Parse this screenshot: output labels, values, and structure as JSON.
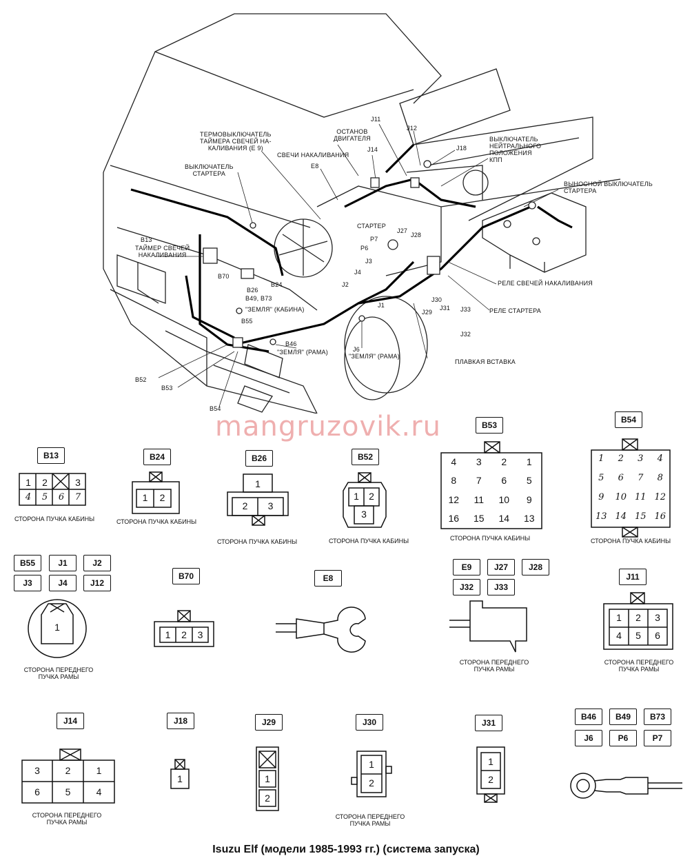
{
  "callouts": {
    "termo": "ТЕРМОВЫКЛЮЧАТЕЛЬ\nТАЙМЕРА СВЕЧЕЙ НА-\nКАЛИВАНИЯ (Е 9)",
    "svechi": "СВЕЧИ НАКАЛИВАНИЯ",
    "ostanov": "ОСТАНОВ\nДВИГАТЕЛЯ",
    "vykl_startera": "ВЫКЛЮЧАТЕЛЬ\nСТАРТЕРА",
    "vykl_neitr": "ВЫКЛЮЧАТЕЛЬ\nНЕЙТРАЛЬНОГО\nПОЛОЖЕНИЯ\nКПП",
    "vynosnoy": "ВЫНОСНОЙ ВЫКЛЮЧАТЕЛЬ\nСТАРТЕРА",
    "timer": "ТАЙМЕР СВЕЧЕЙ\nНАКАЛИВАНИЯ",
    "starter": "СТАРТЕР",
    "rele_svechey": "РЕЛЕ СВЕЧЕЙ НАКАЛИВАНИЯ",
    "rele_startera": "РЕЛЕ СТАРТЕРА",
    "zemlya_kabina": "\"ЗЕМЛЯ\" (КАБИНА)",
    "zemlya_rama1": "\"ЗЕМЛЯ\" (РАМА)",
    "zemlya_rama2": "\"ЗЕМЛЯ\" (РАМА)",
    "plavkaya": "ПЛАВКАЯ ВСТАВКА",
    "j11": "J11",
    "j12": "J12",
    "j14": "J14",
    "j18": "J18",
    "e8": "E8",
    "b13": "B13",
    "b70": "B70",
    "b26": "B26",
    "b24": "B24",
    "b49b73": "B49, B73",
    "b55": "B55",
    "b46": "B46",
    "j6": "J6",
    "b52": "B52",
    "b53": "B53",
    "b54": "B54",
    "p7": "P7",
    "p6": "P6",
    "j27": "J27",
    "j28": "J28",
    "j3": "J3",
    "j4": "J4",
    "j2": "J2",
    "j1": "J1",
    "j29": "J29",
    "j30": "J30",
    "j31": "J31",
    "j33": "J33",
    "j32": "J32"
  },
  "watermark": "mangruzovik.ru",
  "connectors": {
    "b13": {
      "code": "B13",
      "pins_top": [
        "1",
        "2",
        "",
        "3"
      ],
      "pins_bot": [
        "4",
        "5",
        "6",
        "7"
      ],
      "caption": "СТОРОНА ПУЧКА КАБИНЫ"
    },
    "b24": {
      "code": "B24",
      "pins": [
        "1",
        "2"
      ],
      "caption": "СТОРОНА ПУЧКА КАБИНЫ"
    },
    "b26": {
      "code": "B26",
      "pin_top": "1",
      "pins": [
        "2",
        "3"
      ],
      "caption": "СТОРОНА ПУЧКА КАБИНЫ"
    },
    "b52": {
      "code": "B52",
      "pins": [
        "1",
        "2",
        "3"
      ],
      "caption": "СТОРОНА ПУЧКА КАБИНЫ"
    },
    "b53": {
      "code": "B53",
      "rows": [
        [
          "4",
          "3",
          "2",
          "1"
        ],
        [
          "8",
          "7",
          "6",
          "5"
        ],
        [
          "12",
          "11",
          "10",
          "9"
        ],
        [
          "16",
          "15",
          "14",
          "13"
        ]
      ],
      "caption": "СТОРОНА ПУЧКА КАБИНЫ"
    },
    "b54": {
      "code": "B54",
      "rows": [
        [
          "1",
          "2",
          "3",
          "4"
        ],
        [
          "5",
          "6",
          "7",
          "8"
        ],
        [
          "9",
          "10",
          "11",
          "12"
        ],
        [
          "13",
          "14",
          "15",
          "16"
        ]
      ],
      "caption": "СТОРОНА ПУЧКА КАБИНЫ"
    },
    "round": {
      "codes": [
        "B55",
        "J1",
        "J2",
        "J3",
        "J4",
        "J12"
      ],
      "pin": "1",
      "caption": "СТОРОНА ПЕРЕДНЕГО\nПУЧКА РАМЫ"
    },
    "b70": {
      "code": "B70",
      "pins": [
        "1",
        "2",
        "3"
      ]
    },
    "e8": {
      "code": "E8"
    },
    "e9group": {
      "codes": [
        "E9",
        "J27",
        "J28",
        "J32",
        "J33"
      ],
      "caption": "СТОРОНА ПЕРЕДНЕГО\nПУЧКА РАМЫ"
    },
    "j11": {
      "code": "J11",
      "rows": [
        [
          "1",
          "2",
          "3"
        ],
        [
          "4",
          "5",
          "6"
        ]
      ],
      "caption": "СТОРОНА ПЕРЕДНЕГО\nПУЧКА РАМЫ"
    },
    "j14": {
      "code": "J14",
      "rows": [
        [
          "3",
          "2",
          "1"
        ],
        [
          "6",
          "5",
          "4"
        ]
      ],
      "caption": "СТОРОНА ПЕРЕДНЕГО\nПУЧКА РАМЫ"
    },
    "j18": {
      "code": "J18",
      "pin": "1"
    },
    "j29": {
      "code": "J29",
      "pins": [
        "1",
        "2"
      ]
    },
    "j30": {
      "code": "J30",
      "pins": [
        "1",
        "2"
      ],
      "caption": "СТОРОНА ПЕРЕДНЕГО\nПУЧКА РАМЫ"
    },
    "j31": {
      "code": "J31",
      "pins": [
        "1",
        "2"
      ]
    },
    "ring": {
      "codes": [
        "B46",
        "B49",
        "B73",
        "J6",
        "P6",
        "P7"
      ]
    }
  },
  "title": "Isuzu Elf (модели 1985-1993 гг.) (система запуска)"
}
